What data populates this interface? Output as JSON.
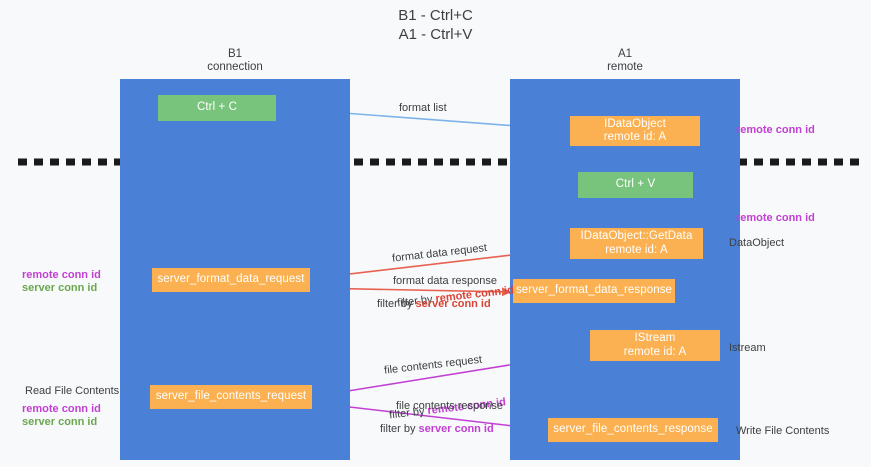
{
  "title": "B1 - Ctrl+C\nA1 - Ctrl+V",
  "lanes": [
    {
      "id": "b1",
      "header": "B1\nconnection"
    },
    {
      "id": "a1",
      "header": "A1\nremote"
    }
  ],
  "nodes": {
    "ctrl_c": "Ctrl + C",
    "idataobject": "IDataObject\nremote id: A",
    "ctrl_v": "Ctrl + V",
    "getdata": "IDataObject::GetData\nremote id: A",
    "server_format_data_request": "server_format_data_request",
    "server_format_data_response": "server_format_data_response",
    "istream": "IStream\nremote id: A",
    "server_file_contents_request": "server_file_contents_request",
    "server_file_contents_response": "server_file_contents_response"
  },
  "edges": {
    "format_list": "format list",
    "format_data_request": "format data request",
    "format_data_request_filter_prefix": "filter by ",
    "format_data_request_filter_key": "remote conn id",
    "format_data_response": "format data response",
    "format_data_response_filter_prefix": "filter by ",
    "format_data_response_filter_key": "server conn id",
    "file_contents_request": "file contents request",
    "file_contents_request_filter_prefix": "filter by ",
    "file_contents_request_filter_key": "remote conn id",
    "file_contents_response": "file contents response",
    "file_contents_response_filter_prefix": "filter by ",
    "file_contents_response_filter_key": "server conn id"
  },
  "annotations": {
    "right_remote_conn_id_top": "remote conn id",
    "right_remote_conn_id_mid": "remote conn id",
    "right_dataobject": "DataObject",
    "right_istream": "Istream",
    "right_write_file_contents": "Write File Contents",
    "left_remote_conn_id": "remote conn id",
    "left_server_conn_id": "server conn id",
    "left_read_file_contents": "Read File Contents",
    "left_remote_conn_id_2": "remote conn id",
    "left_server_conn_id_2": "server conn id"
  },
  "colors": {
    "lane": "#4a80d6",
    "node_green": "#78c47d",
    "node_orange": "#fbb151",
    "accent_purple": "#c23fd4",
    "accent_green": "#6aa84f",
    "accent_red": "#d94436",
    "accent_blue": "#7cb3e8",
    "divider": "#1a1a1a",
    "background": "#f8f9fa"
  }
}
